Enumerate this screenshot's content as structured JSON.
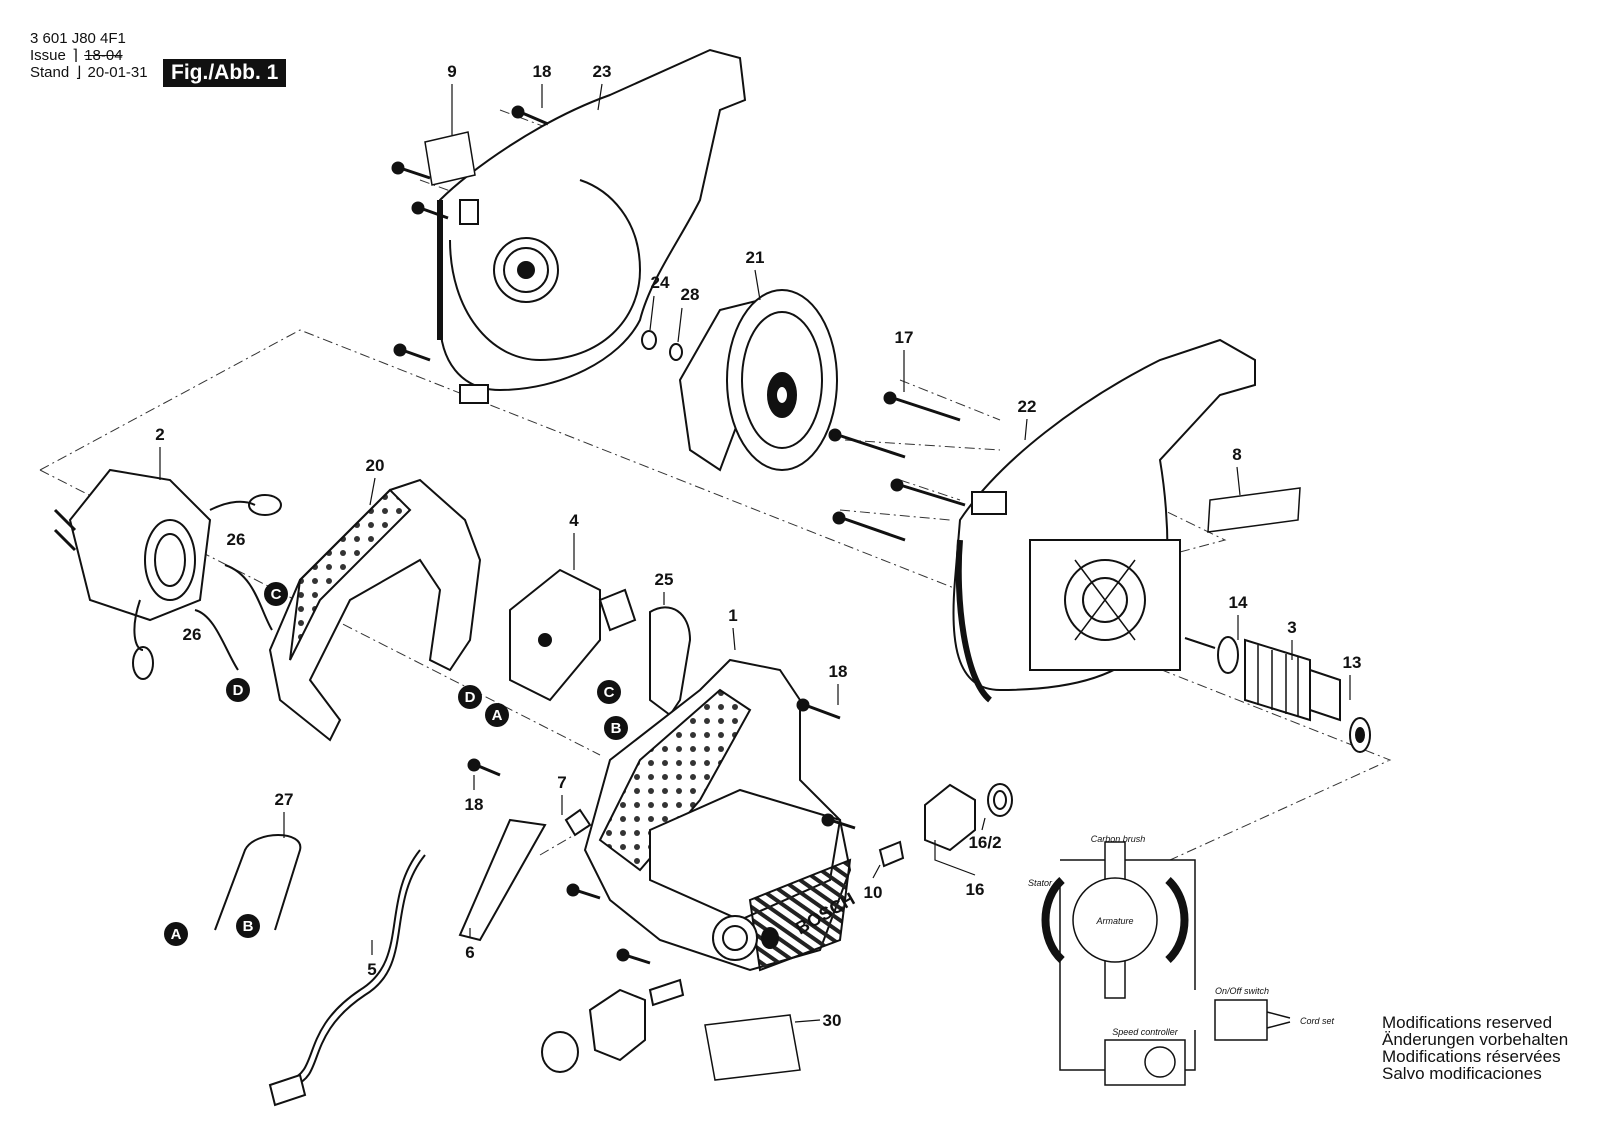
{
  "header": {
    "doc_number": "3 601 J80 4F1",
    "issue_label": "Issue",
    "stand_label": "Stand",
    "old_date": "18-04",
    "date": "20-01-31",
    "figure_label": "Fig./Abb. 1"
  },
  "part_numbers": [
    "9",
    "18",
    "23",
    "24",
    "28",
    "21",
    "17",
    "22",
    "8",
    "2",
    "20",
    "4",
    "25",
    "26",
    "26",
    "1",
    "18",
    "14",
    "3",
    "13",
    "27",
    "18",
    "7",
    "6",
    "5",
    "10",
    "16/2",
    "16",
    "30"
  ],
  "connectors": [
    "C",
    "D",
    "D",
    "A",
    "C",
    "B",
    "A",
    "B"
  ],
  "wiring": {
    "carbon_brush": "Carbon brush",
    "stator": "Stator",
    "armature": "Armature",
    "on_off_switch": "On/Off switch",
    "cord_set": "Cord set",
    "speed_controller": "Speed controller"
  },
  "brand": "BOSCH",
  "modifications": [
    "Modifications reserved",
    "Änderungen vorbehalten",
    "Modifications réservées",
    "Salvo modificaciones"
  ]
}
